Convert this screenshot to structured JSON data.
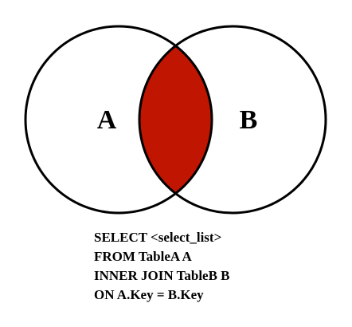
{
  "diagram": {
    "type": "venn",
    "sets": [
      {
        "label": "A"
      },
      {
        "label": "B"
      }
    ],
    "highlight": "intersection",
    "colors": {
      "highlight": "#c01500",
      "outline": "#000000",
      "background": "#ffffff"
    }
  },
  "sql": {
    "lines": [
      "SELECT <select_list>",
      "FROM TableA A",
      "INNER JOIN TableB B",
      "ON A.Key = B.Key"
    ]
  }
}
